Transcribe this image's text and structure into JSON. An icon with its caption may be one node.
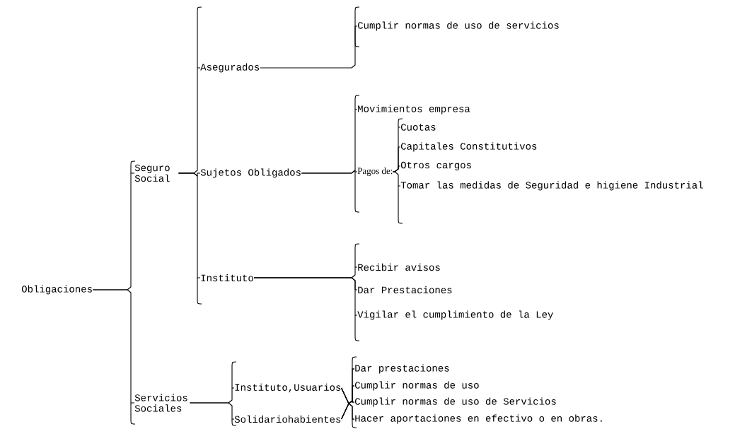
{
  "diagram": {
    "nodes": [
      {
        "text": [
          "Obligaciones"
        ]
      },
      {
        "text": [
          "Seguro Social"
        ]
      },
      {
        "text": [
          "Servicios Sociales"
        ]
      },
      {
        "text": [
          "Asegurados"
        ]
      },
      {
        "text": [
          "Sujetos Obligados"
        ]
      },
      {
        "text": [
          "Instituto"
        ]
      },
      {
        "text": [
          "Instituto,Usuarios"
        ]
      },
      {
        "text": [
          "Solidariohabientes"
        ]
      },
      {
        "text": [
          "Cumplir normas de uso de servicios"
        ]
      },
      {
        "text": [
          "Movimientos empresa"
        ]
      },
      {
        "text": [
          "Pagos de:"
        ]
      },
      {
        "text": [
          "Cuotas"
        ]
      },
      {
        "text": [
          "Capitales Constitutivos"
        ]
      },
      {
        "text": [
          "Otros cargos"
        ]
      },
      {
        "text": [
          "Tomar las medidas de Seguridad e higiene Industrial"
        ]
      },
      {
        "text": [
          "Recibir avisos"
        ]
      },
      {
        "text": [
          "Dar Prestaciones"
        ]
      },
      {
        "text": [
          "Vigilar el cumplimiento de la Ley"
        ]
      },
      {
        "text": [
          "Dar prestaciones"
        ]
      },
      {
        "text": [
          "Cumplir normas de uso"
        ]
      },
      {
        "text": [
          "Cumplir normas de uso de Servicios"
        ]
      },
      {
        "text": [
          "Hacer aportaciones en efectivo o en obras."
        ]
      }
    ],
    "edges": [
      {
        "from": 0,
        "to": 1,
        "arrow": "none"
      },
      {
        "from": 0,
        "to": 2,
        "arrow": "none"
      },
      {
        "from": 1,
        "to": 3,
        "arrow": "none"
      },
      {
        "from": 1,
        "to": 4,
        "arrow": "none"
      },
      {
        "from": 1,
        "to": 5,
        "arrow": "none"
      },
      {
        "from": 3,
        "to": 8,
        "arrow": "none"
      },
      {
        "from": 4,
        "to": 9,
        "arrow": "none"
      },
      {
        "from": 4,
        "to": 10,
        "arrow": "none"
      },
      {
        "from": 10,
        "to": 11,
        "arrow": "none"
      },
      {
        "from": 10,
        "to": 12,
        "arrow": "none"
      },
      {
        "from": 10,
        "to": 13,
        "arrow": "none"
      },
      {
        "from": 10,
        "to": 14,
        "arrow": "none"
      },
      {
        "from": 5,
        "to": 15,
        "arrow": "none"
      },
      {
        "from": 5,
        "to": 16,
        "arrow": "none"
      },
      {
        "from": 5,
        "to": 17,
        "arrow": "none"
      },
      {
        "from": 2,
        "to": 6,
        "arrow": "none"
      },
      {
        "from": 2,
        "to": 7,
        "arrow": "none"
      },
      {
        "from": 6,
        "to": 18,
        "arrow": "none"
      },
      {
        "from": 6,
        "to": 19,
        "arrow": "none"
      },
      {
        "from": 6,
        "to": 20,
        "arrow": "none"
      },
      {
        "from": 6,
        "to": 21,
        "arrow": "none"
      },
      {
        "from": 7,
        "to": 18,
        "arrow": "none"
      },
      {
        "from": 7,
        "to": 19,
        "arrow": "none"
      },
      {
        "from": 7,
        "to": 20,
        "arrow": "none"
      },
      {
        "from": 7,
        "to": 21,
        "arrow": "none"
      }
    ]
  }
}
